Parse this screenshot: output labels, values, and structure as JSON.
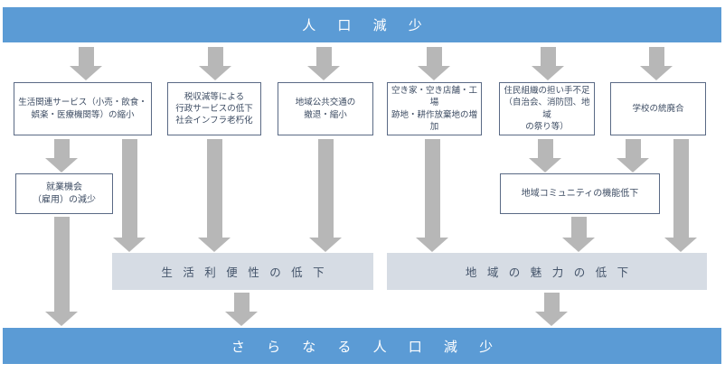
{
  "diagram": {
    "title_top": "人 口 減 少",
    "title_bottom": "さ ら な る 人 口 減 少",
    "causes": [
      {
        "id": "life-services",
        "label": "生活関連サービス（小売・飲食・\n娯楽・医療機関等）の縮小"
      },
      {
        "id": "tax-revenue",
        "label": "税収減等による\n行政サービスの低下\n社会インフラ老朽化"
      },
      {
        "id": "public-transport",
        "label": "地域公共交通の\n撤退・縮小"
      },
      {
        "id": "vacant-properties",
        "label": "空き家・空き店舗・工場\n跡地・耕作放棄地の増\n加"
      },
      {
        "id": "resident-organizations",
        "label": "住民組織の担い手不足\n（自治会、消防団、地域\nの祭り等）"
      },
      {
        "id": "school-consolidation",
        "label": "学校の統廃合"
      }
    ],
    "secondary": {
      "employment": "就業機会\n（雇用）の減少",
      "community": "地域コミュニティの機能低下"
    },
    "outcomes": {
      "convenience": "生 活 利 便 性 の 低 下",
      "attractiveness": "地 域 の 魅 力 の 低 下"
    },
    "colors": {
      "banner_blue": "#5b9bd5",
      "outcome_bar_gray": "#d6dce4",
      "arrow_gray": "#b7b7b7",
      "text_navy": "#44546a"
    }
  }
}
